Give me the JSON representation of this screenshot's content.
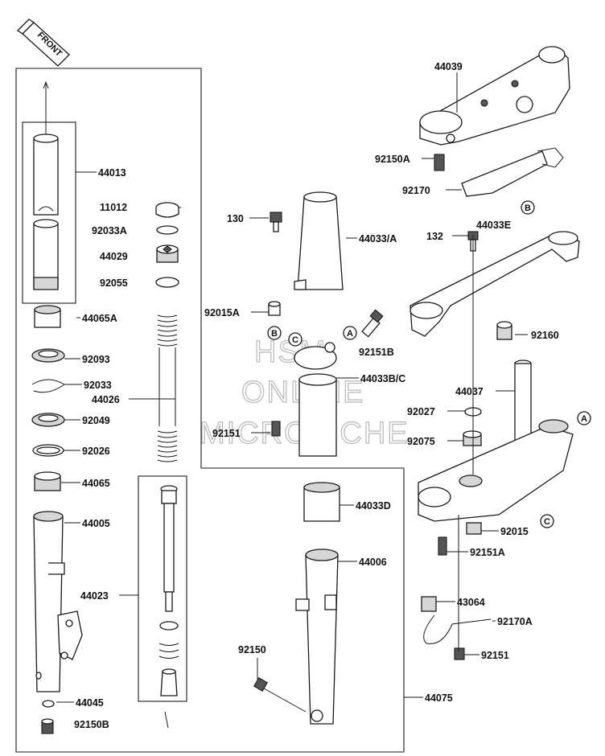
{
  "front_label": "FRONT",
  "watermark": [
    "HSM",
    "ONLINE",
    "MICROFICHE"
  ],
  "callouts": [
    "A",
    "B",
    "C"
  ],
  "part_labels": {
    "p44039": "44039",
    "p92150A": "92150A",
    "p92170": "92170",
    "p130": "130",
    "p44033A": "44033/A",
    "p132": "132",
    "p44033E": "44033E",
    "p92015A": "92015A",
    "p92151B": "92151B",
    "p44033BC": "44033B/C",
    "p92160": "92160",
    "p44037": "44037",
    "p92027": "92027",
    "p92075": "92075",
    "p92151": "92151",
    "p92015": "92015",
    "p92151A": "92151A",
    "p43064": "43064",
    "p92170A": "92170A",
    "p92151b": "92151",
    "p44013": "44013",
    "p11012": "11012",
    "p92033A": "92033A",
    "p44029": "44029",
    "p92055": "92055",
    "p44065A": "44065A",
    "p92093": "92093",
    "p92033": "92033",
    "p44026": "44026",
    "p92049": "92049",
    "p92026": "92026",
    "p44065": "44065",
    "p44005": "44005",
    "p44023": "44023",
    "p44033D": "44033D",
    "p44006": "44006",
    "p92150": "92150",
    "p44045": "44045",
    "p92150B": "92150B",
    "p44075": "44075"
  }
}
